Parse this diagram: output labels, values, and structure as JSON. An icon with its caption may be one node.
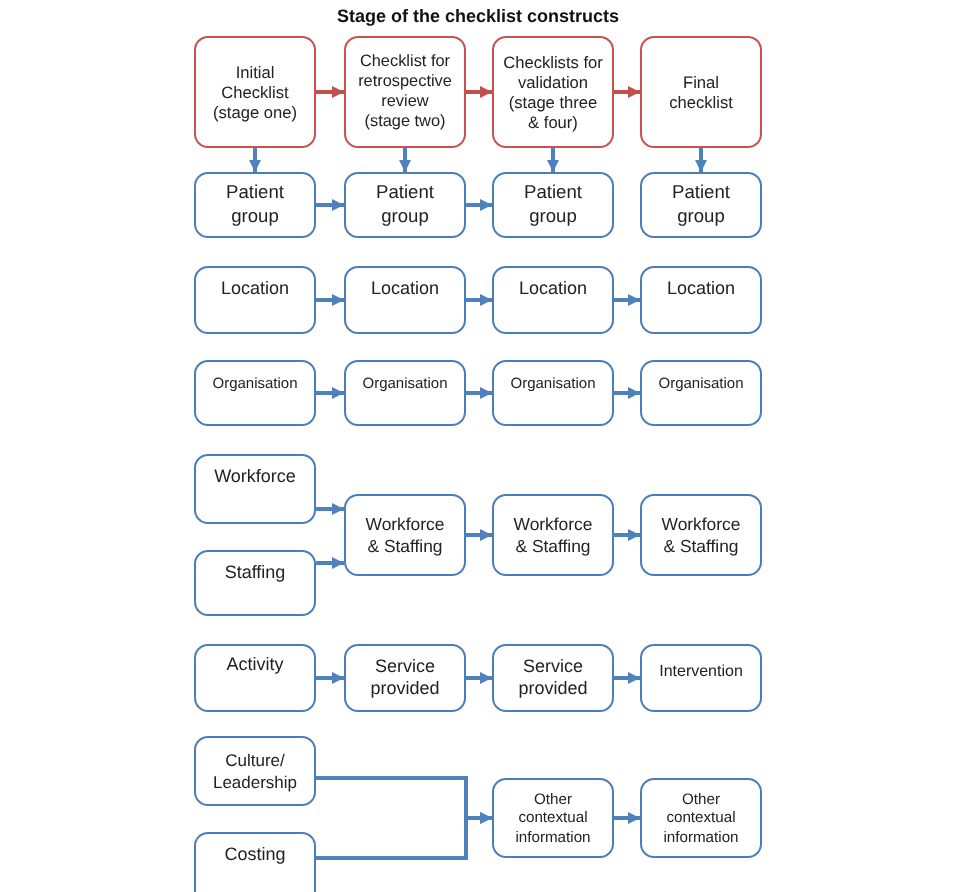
{
  "diagram": {
    "title": "Stage of the checklist constructs",
    "nodes": [
      {
        "text": [
          "Initial Checklist (stage one)"
        ]
      },
      {
        "text": [
          "Checklist for retrospective review (stage two)"
        ]
      },
      {
        "text": [
          "Checklists for validation (stage three & four)"
        ]
      },
      {
        "text": [
          "Final checklist"
        ]
      },
      {
        "text": [
          "Patient group"
        ]
      },
      {
        "text": [
          "Patient group"
        ]
      },
      {
        "text": [
          "Patient group"
        ]
      },
      {
        "text": [
          "Patient group"
        ]
      },
      {
        "text": [
          "Location"
        ]
      },
      {
        "text": [
          "Location"
        ]
      },
      {
        "text": [
          "Location"
        ]
      },
      {
        "text": [
          "Location"
        ]
      },
      {
        "text": [
          "Organisation"
        ]
      },
      {
        "text": [
          "Organisation"
        ]
      },
      {
        "text": [
          "Organisation"
        ]
      },
      {
        "text": [
          "Organisation"
        ]
      },
      {
        "text": [
          "Workforce"
        ]
      },
      {
        "text": [
          "Staffing"
        ]
      },
      {
        "text": [
          "Workforce & Staffing"
        ]
      },
      {
        "text": [
          "Workforce & Staffing"
        ]
      },
      {
        "text": [
          "Workforce & Staffing"
        ]
      },
      {
        "text": [
          "Activity"
        ]
      },
      {
        "text": [
          "Service provided"
        ]
      },
      {
        "text": [
          "Service provided"
        ]
      },
      {
        "text": [
          "Intervention"
        ]
      },
      {
        "text": [
          "Culture/ Leadership"
        ]
      },
      {
        "text": [
          "Costing"
        ]
      },
      {
        "text": [
          "Other contextual information"
        ]
      },
      {
        "text": [
          "Other contextual information"
        ]
      }
    ],
    "edges": [
      {
        "from": 0,
        "to": 1,
        "arrow": "to",
        "color": "#c0504d"
      },
      {
        "from": 1,
        "to": 2,
        "arrow": "to",
        "color": "#c0504d"
      },
      {
        "from": 2,
        "to": 3,
        "arrow": "to",
        "color": "#c0504d"
      },
      {
        "from": 0,
        "to": 4,
        "arrow": "to"
      },
      {
        "from": 1,
        "to": 5,
        "arrow": "to"
      },
      {
        "from": 2,
        "to": 6,
        "arrow": "to"
      },
      {
        "from": 3,
        "to": 7,
        "arrow": "to"
      },
      {
        "from": 4,
        "to": 5,
        "arrow": "to"
      },
      {
        "from": 5,
        "to": 6,
        "arrow": "to"
      },
      {
        "from": 8,
        "to": 9,
        "arrow": "to"
      },
      {
        "from": 9,
        "to": 10,
        "arrow": "to"
      },
      {
        "from": 10,
        "to": 11,
        "arrow": "to"
      },
      {
        "from": 12,
        "to": 13,
        "arrow": "to"
      },
      {
        "from": 13,
        "to": 14,
        "arrow": "to"
      },
      {
        "from": 14,
        "to": 15,
        "arrow": "to"
      },
      {
        "from": 16,
        "to": 18,
        "arrow": "to"
      },
      {
        "from": 17,
        "to": 18,
        "arrow": "to"
      },
      {
        "from": 18,
        "to": 19,
        "arrow": "to"
      },
      {
        "from": 19,
        "to": 20,
        "arrow": "to"
      },
      {
        "from": 21,
        "to": 22,
        "arrow": "to"
      },
      {
        "from": 22,
        "to": 23,
        "arrow": "to"
      },
      {
        "from": 23,
        "to": 24,
        "arrow": "to"
      },
      {
        "from": 25,
        "to": 27,
        "arrow": "to"
      },
      {
        "from": 26,
        "to": 27,
        "arrow": "to"
      },
      {
        "from": 27,
        "to": 28,
        "arrow": "to"
      }
    ]
  }
}
